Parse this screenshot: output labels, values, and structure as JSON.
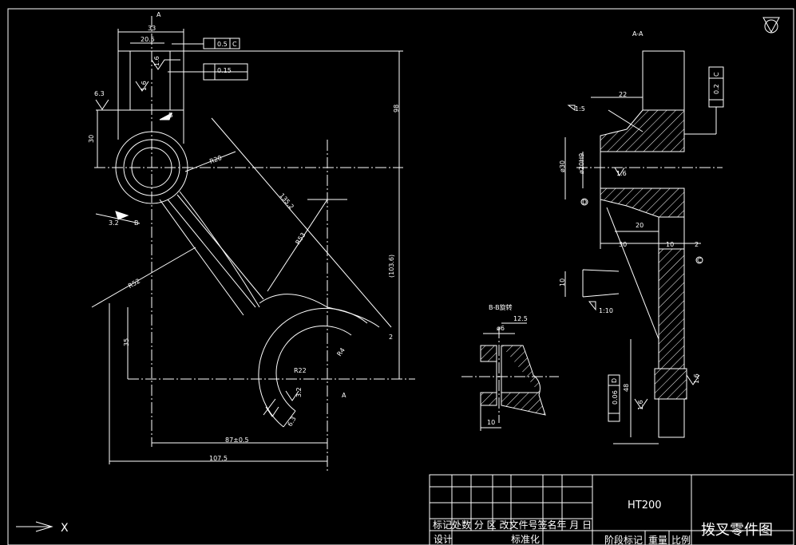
{
  "drawing": {
    "section_marker_top": "A",
    "section_marker_bottom": "A",
    "section_marker_b1": "B",
    "section_marker_b2": "B",
    "dimensions": {
      "width_33": "33",
      "width_20_5": "20.5",
      "flatness_value": "0.5",
      "flatness_datum": "C",
      "parallel_value": "0.15",
      "rough_1_6a": "1.6",
      "rough_1_6b": "1.6",
      "rough_6_3": "6.3",
      "height_30": "30",
      "height_98": "98",
      "radius_r20": "R20",
      "length_135": "135.2",
      "radius_r53": "R53",
      "radius_r52": "R52",
      "height_103_6": "(103.6)",
      "rough_3_2": "3.2",
      "height_35": "35",
      "radius_r22": "R22",
      "radius_r4": "R4",
      "dim_2": "2",
      "rough_6_3b": "6.3",
      "rough_3_2b": "3.2",
      "dim_87": "87±0.5",
      "dim_107_5": "107.5",
      "label_a_bottom": "A"
    },
    "section_aa": {
      "title": "A-A",
      "taper_1_5": "1:5",
      "dim_22": "22",
      "dim_phi30": "ø30",
      "dim_phi20": "ø20H9",
      "rough_1_6": "1.6",
      "dim_20": "20",
      "dim_30": "30",
      "dim_10": "10",
      "dim_2": "2",
      "dim_10b": "10",
      "taper_1_10": "1:10",
      "dim_48": "48",
      "rough_1_6b": "1.6",
      "rough_1_6c": "1.6",
      "perp_tol": "0.06",
      "perp_datum": "D",
      "flat_tol": "0.2",
      "flat_datum": "C",
      "datum_c": "C",
      "datum_d": "D"
    },
    "section_bb": {
      "title": "B-B旋转",
      "dim_phi6": "ø6",
      "dim_12_5": "12.5",
      "dim_10": "10"
    }
  },
  "title_block": {
    "material": "HT200",
    "part_name": "拨叉零件图",
    "row_labels": "标记处数  分 区  改文件号签名年  月  日",
    "design": "设计",
    "standardization": "标准化",
    "stage": "阶段标记",
    "weight": "重量",
    "scale": "比例"
  },
  "ucs": {
    "x_label": "X"
  }
}
